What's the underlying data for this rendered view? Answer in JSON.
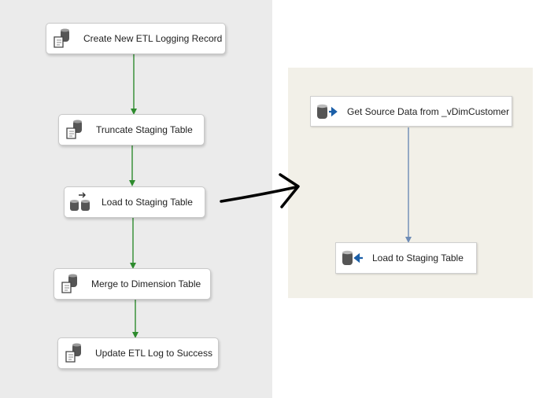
{
  "control_flow": {
    "tasks": [
      {
        "label": "Create New ETL Logging Record",
        "icon": "execute-sql-task-icon"
      },
      {
        "label": "Truncate Staging Table",
        "icon": "execute-sql-task-icon"
      },
      {
        "label": "Load to Staging Table",
        "icon": "data-flow-task-icon"
      },
      {
        "label": "Merge to Dimension Table",
        "icon": "execute-sql-task-icon"
      },
      {
        "label": "Update ETL Log to Success",
        "icon": "execute-sql-task-icon"
      }
    ],
    "precedence_color": "#2e8b2e"
  },
  "data_flow": {
    "components": [
      {
        "label": "Get Source Data from _vDimCustomer",
        "icon": "ole-db-source-icon"
      },
      {
        "label": "Load to Staging Table",
        "icon": "ole-db-destination-icon"
      }
    ],
    "path_color": "#6d8bb5"
  },
  "colors": {
    "control_flow_background": "#ebebeb",
    "data_flow_background": "#f2f0e8",
    "annotation": "#000000"
  }
}
